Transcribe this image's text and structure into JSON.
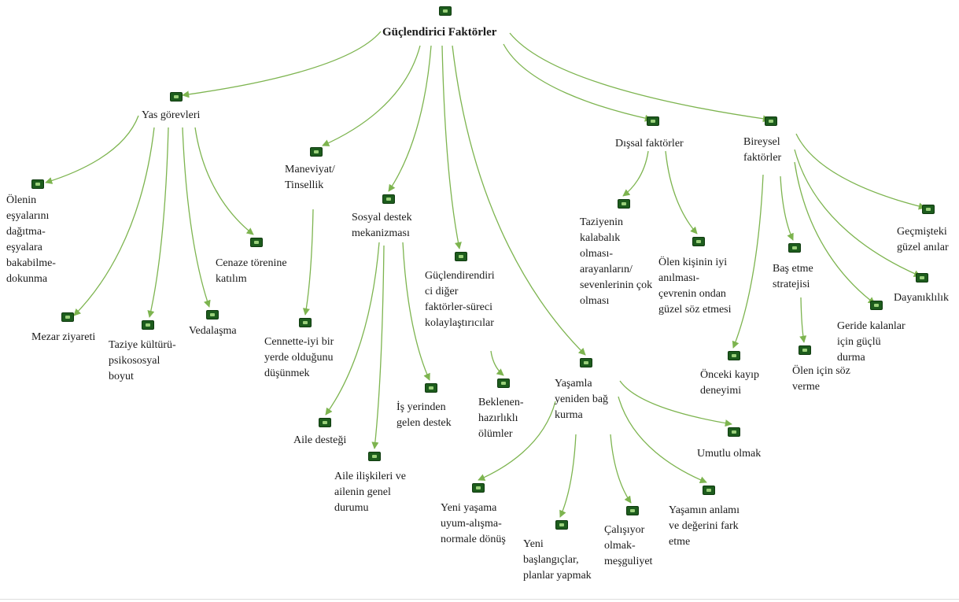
{
  "diagram": {
    "accent_color": "#7db44f",
    "icon_name": "folder-icon",
    "root": {
      "id": "root",
      "label": "Güçlendirici Faktörler"
    },
    "nodes": [
      {
        "id": "yas",
        "label": "Yas görevleri",
        "parent": "root"
      },
      {
        "id": "olenin",
        "label": "Ölenin\neşyalarını\ndağıtma-\neşyalara\nbakabilme-\ndokunma",
        "parent": "yas"
      },
      {
        "id": "mezar",
        "label": "Mezar ziyareti",
        "parent": "yas"
      },
      {
        "id": "taziye",
        "label": "Taziye kültürü-\npsikososyal\nboyut",
        "parent": "yas"
      },
      {
        "id": "vedalasma",
        "label": "Vedalaşma",
        "parent": "yas"
      },
      {
        "id": "cenaze",
        "label": "Cenaze törenine\nkatılım",
        "parent": "yas"
      },
      {
        "id": "maneviyat",
        "label": "Maneviyat/\nTinsellik",
        "parent": "root"
      },
      {
        "id": "cennette",
        "label": "Cennette-iyi bir\nyerde olduğunu\ndüşünmek",
        "parent": "maneviyat"
      },
      {
        "id": "sosyal",
        "label": "Sosyal destek\nmekanizması",
        "parent": "root"
      },
      {
        "id": "aile_destegi",
        "label": "Aile desteği",
        "parent": "sosyal"
      },
      {
        "id": "aile_iliskileri",
        "label": "Aile ilişkileri ve\nailenin genel\ndurumu",
        "parent": "sosyal"
      },
      {
        "id": "is_yeri",
        "label": "İş yerinden\ngelen destek",
        "parent": "sosyal"
      },
      {
        "id": "guclendiren",
        "label": "Güçlendirendiri\nci diğer\nfaktörler-süreci\nkolaylaştırıcılar",
        "parent": "root"
      },
      {
        "id": "beklenen",
        "label": "Beklenen-\nhazırlıklı\nölümler",
        "parent": "guclendiren"
      },
      {
        "id": "yasamla",
        "label": "Yaşamla\nyeniden bağ\nkurma",
        "parent": "root"
      },
      {
        "id": "yeni_yasama",
        "label": "Yeni yaşama\nuyum-alışma-\nnormale dönüş",
        "parent": "yasamla"
      },
      {
        "id": "yeni_baslangic",
        "label": "Yeni\nbaşlangıçlar,\nplanlar yapmak",
        "parent": "yasamla"
      },
      {
        "id": "calisiyor",
        "label": "Çalışıyor\nolmak-\nmeşguliyet",
        "parent": "yasamla"
      },
      {
        "id": "yasamin_anlami",
        "label": "Yaşamın anlamı\nve değerini fark\netme",
        "parent": "yasamla"
      },
      {
        "id": "umutlu",
        "label": "Umutlu olmak",
        "parent": "yasamla"
      },
      {
        "id": "dissal",
        "label": "Dışsal faktörler",
        "parent": "root"
      },
      {
        "id": "taziyenin",
        "label": "Taziyenin\nkalabalık\nolması-\narayanların/\nsevenlerinin çok\nolması",
        "parent": "dissal"
      },
      {
        "id": "olen_kisinin",
        "label": "Ölen kişinin iyi\nanılması-\nçevrenin ondan\ngüzel söz etmesi",
        "parent": "dissal"
      },
      {
        "id": "bireysel",
        "label": "Bireysel\nfaktörler",
        "parent": "root"
      },
      {
        "id": "onceki",
        "label": "Önceki kayıp\ndeneyimi",
        "parent": "bireysel"
      },
      {
        "id": "bas_etme",
        "label": "Baş etme\nstratejisi",
        "parent": "bireysel"
      },
      {
        "id": "olen_icin",
        "label": "Ölen için söz\nverme",
        "parent": "bas_etme"
      },
      {
        "id": "geride",
        "label": "Geride kalanlar\niçin güçlü\ndurma",
        "parent": "bireysel"
      },
      {
        "id": "dayaniklilik",
        "label": "Dayanıklılık",
        "parent": "bireysel"
      },
      {
        "id": "gecmisteki",
        "label": "Geçmişteki\ngüzel anılar",
        "parent": "bireysel"
      }
    ]
  }
}
